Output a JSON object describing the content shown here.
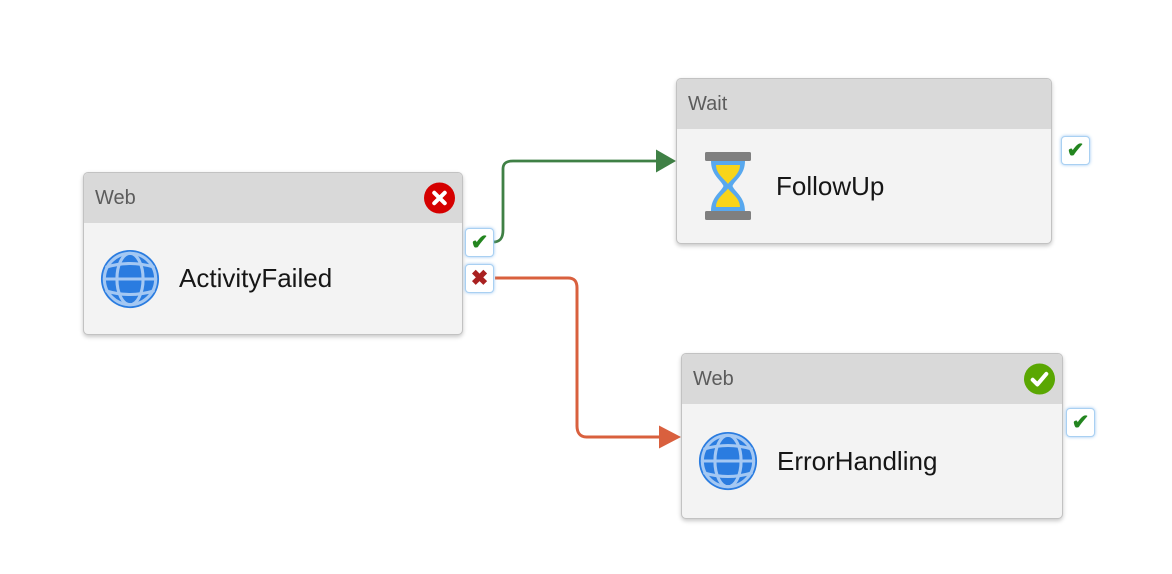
{
  "diagram": {
    "background": "#ffffff",
    "nodes": [
      {
        "type_label": "Web",
        "name": "ActivityFailed",
        "icon": "globe",
        "status_badge": "failed",
        "ports": [
          "success",
          "failure"
        ]
      },
      {
        "type_label": "Wait",
        "name": "FollowUp",
        "icon": "hourglass",
        "status_badge": null,
        "ports": [
          "success"
        ]
      },
      {
        "type_label": "Web",
        "name": "ErrorHandling",
        "icon": "globe",
        "status_badge": "succeeded",
        "ports": [
          "success"
        ]
      }
    ],
    "edges": [
      {
        "from": "ActivityFailed",
        "condition": "success",
        "to": "FollowUp",
        "color": "#3f8045"
      },
      {
        "from": "ActivityFailed",
        "condition": "failure",
        "to": "ErrorHandling",
        "color": "#d9603e"
      }
    ],
    "glyphs": {
      "success_check": "✔",
      "failure_cross": "✖"
    },
    "colors": {
      "node_header_bg": "#d9d9d9",
      "node_body_bg": "#f3f3f3",
      "node_border": "#c2c2c2",
      "header_text": "#5c5c5c",
      "name_text": "#161616",
      "success_edge": "#3f8045",
      "failure_edge": "#d9603e",
      "failed_badge": "#d50000",
      "succeeded_badge": "#5aa702",
      "port_check": "#23851f",
      "port_cross": "#a92121",
      "port_border": "#a9d0f2",
      "globe_fill": "#2a7ce0",
      "globe_lines": "#a4c8f3",
      "hourglass_glass": "#58a8ee",
      "hourglass_sand": "#f8d41a",
      "hourglass_cap": "#7f7f7f"
    }
  }
}
